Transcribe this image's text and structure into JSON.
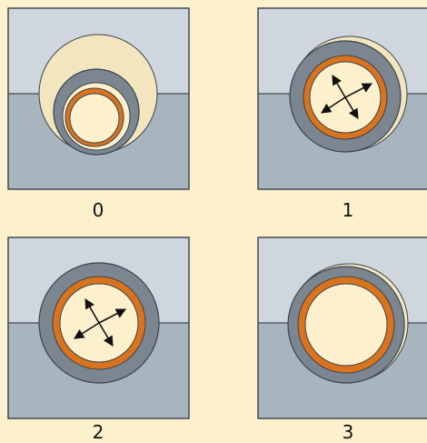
{
  "colors": {
    "background": "#fdf0cc",
    "upper_region": "#cfd6de",
    "lower_region": "#a8b4be",
    "panel_border": "#3f4a55",
    "outer_ring": "#7b8691",
    "ring_edge": "#3a434d",
    "inner_ring": "#d9731d",
    "core": "#fdf0cc",
    "arrow": "#111111"
  },
  "stages": [
    {
      "label": "0",
      "icon": "pipe-cross-section-uncentered",
      "expansion_arrows": false
    },
    {
      "label": "1",
      "icon": "pipe-cross-section-expanding",
      "expansion_arrows": true
    },
    {
      "label": "2",
      "icon": "pipe-cross-section-expanding",
      "expansion_arrows": true
    },
    {
      "label": "3",
      "icon": "pipe-cross-section-expanded",
      "expansion_arrows": false
    }
  ]
}
